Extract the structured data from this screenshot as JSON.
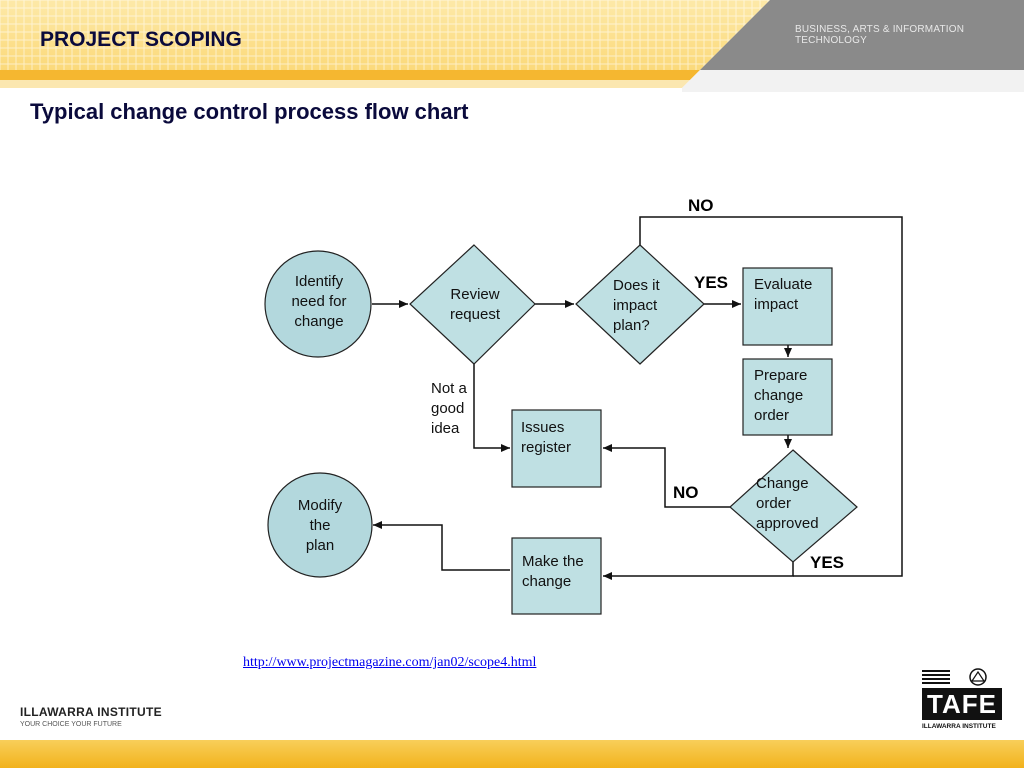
{
  "header": {
    "section_title": "PROJECT SCOPING",
    "division": "BUSINESS, ARTS & INFORMATION TECHNOLOGY"
  },
  "slide": {
    "title": "Typical change control process flow chart"
  },
  "flowchart": {
    "nodes": {
      "identify": {
        "shape": "circle",
        "lines": [
          "Identify",
          "need for",
          "change"
        ]
      },
      "review": {
        "shape": "diamond",
        "lines": [
          "Review",
          "request"
        ]
      },
      "impact": {
        "shape": "diamond",
        "lines": [
          "Does it",
          "impact",
          "plan?"
        ]
      },
      "evaluate": {
        "shape": "rectangle",
        "lines": [
          "Evaluate",
          "impact"
        ]
      },
      "prepare": {
        "shape": "rectangle",
        "lines": [
          "Prepare",
          "change",
          "order"
        ]
      },
      "approved": {
        "shape": "diamond",
        "lines": [
          "Change",
          "order",
          "approved"
        ]
      },
      "issues": {
        "shape": "rectangle",
        "lines": [
          "Issues",
          "register"
        ]
      },
      "make": {
        "shape": "rectangle",
        "lines": [
          "Make the",
          "change"
        ]
      },
      "modify": {
        "shape": "circle",
        "lines": [
          "Modify",
          "the",
          "plan"
        ]
      }
    },
    "edge_labels": {
      "impact_no": "NO",
      "impact_yes": "YES",
      "approved_no": "NO",
      "approved_yes": "YES"
    },
    "notes": {
      "not_good_idea": [
        "Not a",
        "good",
        "idea"
      ]
    },
    "colors": {
      "node_fill": "#bfe0e3",
      "circle_fill": "#b3d8dd",
      "stroke": "#222222"
    }
  },
  "footer": {
    "source_link": "http://www.projectmagazine.com/jan02/scope4.html",
    "logo_left_name": "ILLAWARRA INSTITUTE",
    "logo_left_tagline": "YOUR CHOICE YOUR FUTURE",
    "logo_right_name": "TAFE",
    "logo_right_sub": "ILLAWARRA INSTITUTE"
  }
}
